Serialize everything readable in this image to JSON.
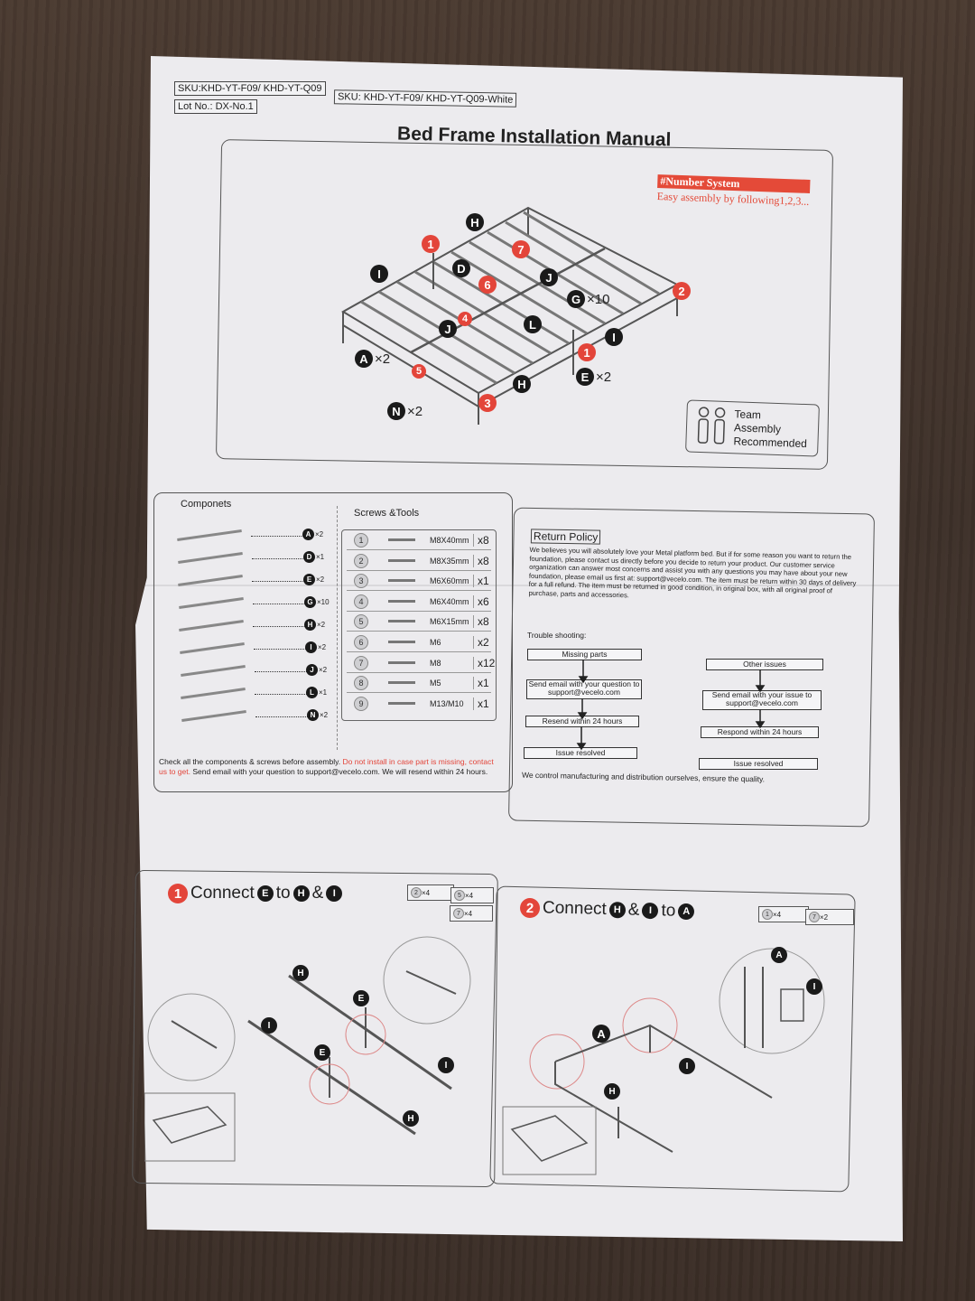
{
  "header": {
    "sku1": "SKU:KHD-YT-F09/ KHD-YT-Q09",
    "sku2": "SKU: KHD-YT-F09/ KHD-YT-Q09-White",
    "lot": "Lot No.: DX-No.1",
    "title": "Bed Frame Installation Manual"
  },
  "number_system": {
    "heading": "#Number System",
    "subtitle": "Easy assembly by following1,2,3..."
  },
  "diagram_labels": {
    "quantities": [
      "×10",
      "×2",
      "×2",
      "×2"
    ],
    "parts": [
      "H",
      "I",
      "D",
      "J",
      "G",
      "L",
      "A",
      "E",
      "N",
      "H",
      "I",
      "J"
    ],
    "numbers": [
      "1",
      "7",
      "6",
      "4",
      "2",
      "1",
      "5",
      "3"
    ]
  },
  "team": {
    "line1": "Team",
    "line2": "Assembly",
    "line3": "Recommended"
  },
  "components": {
    "label": "Componets",
    "items": [
      {
        "letter": "A",
        "qty": "×2"
      },
      {
        "letter": "D",
        "qty": "×1"
      },
      {
        "letter": "E",
        "qty": "×2"
      },
      {
        "letter": "G",
        "qty": "×10"
      },
      {
        "letter": "H",
        "qty": "×2"
      },
      {
        "letter": "I",
        "qty": "×2"
      },
      {
        "letter": "J",
        "qty": "×2"
      },
      {
        "letter": "L",
        "qty": "×1"
      },
      {
        "letter": "N",
        "qty": "×2"
      }
    ]
  },
  "screws": {
    "label": "Screws &Tools",
    "items": [
      {
        "no": "1",
        "size": "M8X40mm",
        "qty": "x8"
      },
      {
        "no": "2",
        "size": "M8X35mm",
        "qty": "x8"
      },
      {
        "no": "3",
        "size": "M6X60mm",
        "qty": "x1"
      },
      {
        "no": "4",
        "size": "M6X40mm",
        "qty": "x6"
      },
      {
        "no": "5",
        "size": "M6X15mm",
        "qty": "x8"
      },
      {
        "no": "6",
        "size": "M6",
        "qty": "x2"
      },
      {
        "no": "7",
        "size": "M8",
        "qty": "x12"
      },
      {
        "no": "8",
        "size": "M5",
        "qty": "x1"
      },
      {
        "no": "9",
        "size": "M13/M10",
        "qty": "x1"
      }
    ]
  },
  "check_note": {
    "text1": "Check all the components & screws before assembly.",
    "text_red": "Do not install in case part is missing, contact us to get.",
    "text2": "Send email with your question to support@vecelo.com. We will resend within 24 hours."
  },
  "return_policy": {
    "label": "Return Policy",
    "body": "We believes you will absolutely love your Metal platform bed. But if for some reason you want to return the foundation, please contact us directly before you decide to return your product. Our customer service organization can answer most concerns and assist you with any questions you may have about your new foundation, please email us first at: support@vecelo.com. The item must be return within 30 days of delivery for a full refund. The item must be returned in good condition, in original box, with all original proof of purchase, parts and accessories.",
    "trouble_label": "Trouble shooting:",
    "left_flow": [
      "Missing parts",
      "Send email with your question to support@vecelo.com",
      "Resend within 24 hours",
      "Issue resolved"
    ],
    "right_flow": [
      "Other issues",
      "Send email with your issue to support@vecelo.com",
      "Respond within 24 hours",
      "Issue resolved"
    ],
    "footer": "We control manufacturing and distribution ourselves, ensure the quality."
  },
  "step1": {
    "num": "1",
    "word1": "Connect",
    "p1": "E",
    "word2": "to",
    "p2": "H",
    "amp": "&",
    "p3": "I",
    "parts": [
      {
        "no": "2",
        "qty": "×4"
      },
      {
        "no": "5",
        "qty": "×4"
      },
      {
        "no": "7",
        "qty": "×4"
      }
    ]
  },
  "step2": {
    "num": "2",
    "word1": "Connect",
    "p1": "H",
    "amp": "&",
    "p2": "I",
    "word2": "to",
    "p3": "A",
    "parts": [
      {
        "no": "1",
        "qty": "×4"
      },
      {
        "no": "7",
        "qty": "×2"
      }
    ]
  },
  "colors": {
    "accent_red": "#e3453a",
    "paper": "#ecebee",
    "wood": "#3d3029"
  }
}
